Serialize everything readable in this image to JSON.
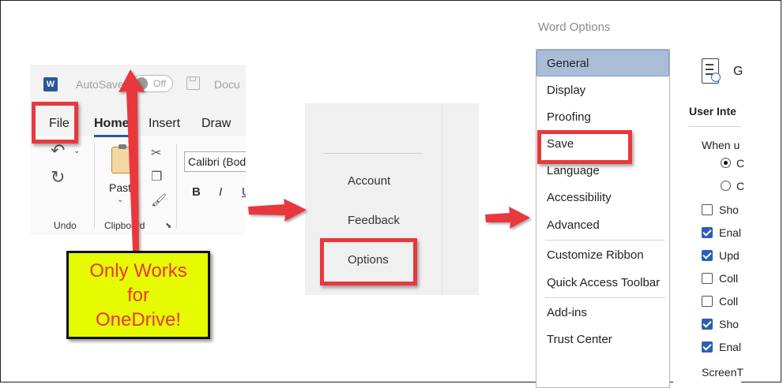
{
  "ribbon": {
    "app_icon_letter": "W",
    "autosave_label": "AutoSave",
    "toggle_state": "Off",
    "doc_title": "Docu",
    "tabs": [
      "File",
      "Home",
      "Insert",
      "Draw"
    ],
    "groups": {
      "undo": "Undo",
      "clipboard": "Clipboard"
    },
    "paste_label": "Paste",
    "font_name": "Calibri (Bod",
    "format_buttons": [
      "B",
      "I",
      "U"
    ]
  },
  "callout": {
    "lines": [
      "Only Works",
      "for",
      "OneDrive!"
    ],
    "text_color": "#e8383d",
    "background": "#e6fa00"
  },
  "backstage": {
    "items": [
      "Account",
      "Feedback",
      "Options"
    ]
  },
  "word_options": {
    "title": "Word Options",
    "nav": [
      "General",
      "Display",
      "Proofing",
      "Save",
      "Language",
      "Accessibility",
      "Advanced",
      "Customize Ribbon",
      "Quick Access Toolbar",
      "Add-ins",
      "Trust Center"
    ],
    "selected": "General",
    "right_pane": {
      "header_fragment": "G",
      "section_fragment": "User Inte",
      "when_fragment": "When u",
      "radio_fragments": [
        "C",
        "C"
      ],
      "checkbox_fragments": [
        {
          "label": "Sho",
          "checked": false
        },
        {
          "label": "Enal",
          "checked": true
        },
        {
          "label": "Upd",
          "checked": true
        },
        {
          "label": "Coll",
          "checked": false
        },
        {
          "label": "Coll",
          "checked": false
        },
        {
          "label": "Sho",
          "checked": true
        },
        {
          "label": "Enal",
          "checked": true
        }
      ],
      "footer_fragment": "ScreenT"
    }
  },
  "colors": {
    "highlight": "#e8383d",
    "selected_nav": "#a9bdd8",
    "accent": "#2b579a"
  }
}
